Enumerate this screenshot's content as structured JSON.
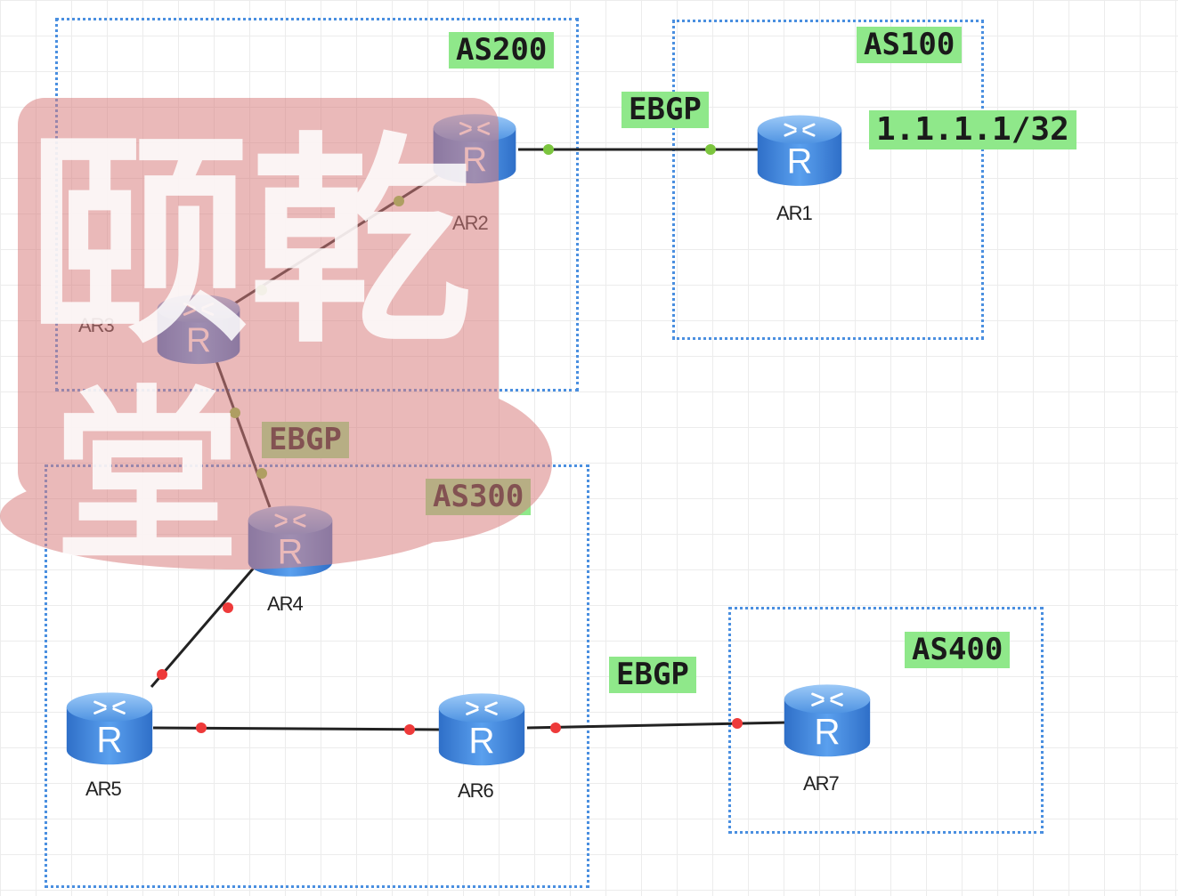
{
  "areas": [
    {
      "id": "as200",
      "label": "AS200"
    },
    {
      "id": "as100",
      "label": "AS100"
    },
    {
      "id": "as300",
      "label": "AS300"
    },
    {
      "id": "as400",
      "label": "AS400"
    }
  ],
  "routers": [
    {
      "id": "ar1",
      "label": "AR1"
    },
    {
      "id": "ar2",
      "label": "AR2"
    },
    {
      "id": "ar3",
      "label": "AR3"
    },
    {
      "id": "ar4",
      "label": "AR4"
    },
    {
      "id": "ar5",
      "label": "AR5"
    },
    {
      "id": "ar6",
      "label": "AR6"
    },
    {
      "id": "ar7",
      "label": "AR7"
    }
  ],
  "router_icon_letter": "R",
  "peerings": [
    {
      "id": "ar2-ar1",
      "label": "EBGP"
    },
    {
      "id": "ar3-ar4",
      "label": "EBGP"
    },
    {
      "id": "ar6-ar7",
      "label": "EBGP"
    }
  ],
  "annotations": {
    "loopback": "1.1.1.1/32"
  },
  "watermark": {
    "text_top": "颐乾",
    "text_bottom": "堂"
  },
  "colors": {
    "zone_border": "#4a8fe0",
    "label_bg": "#8fe88a",
    "link_up_dot": "#7cc53f",
    "link_down_dot": "#ee3a3a",
    "router_body": "#3b7fd4",
    "watermark": "#d98080"
  }
}
